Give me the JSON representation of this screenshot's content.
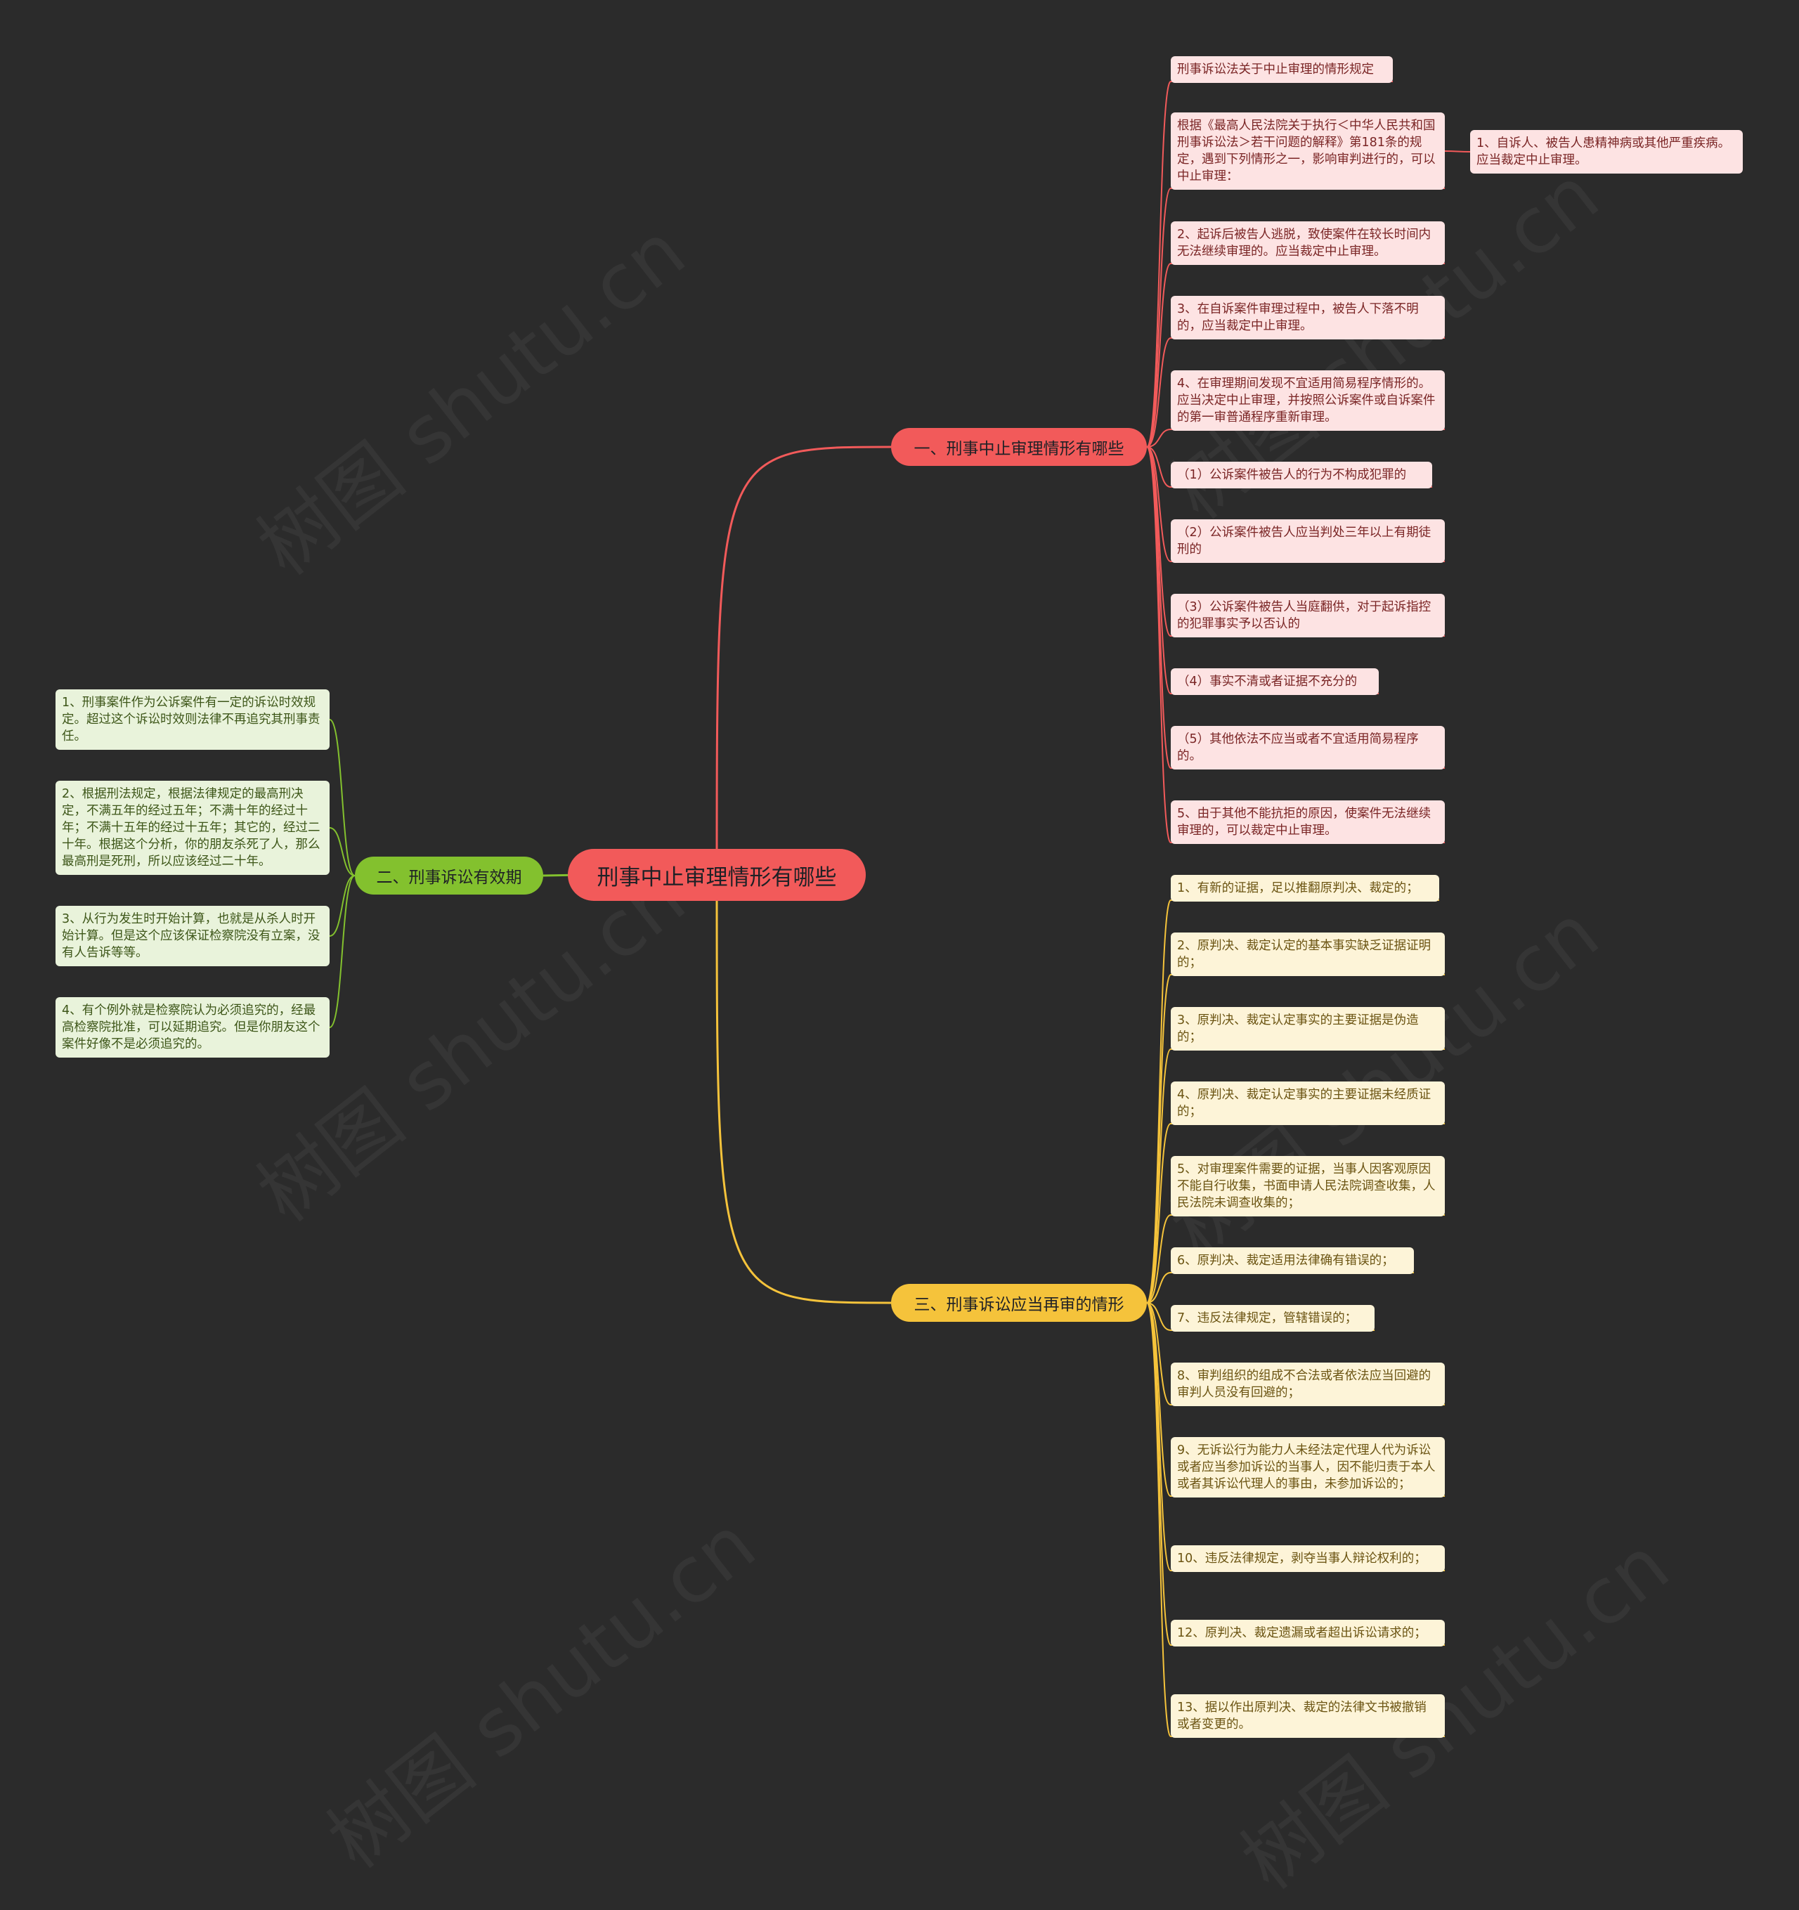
{
  "root": "刑事中止审理情形有哪些",
  "branches": {
    "red": {
      "label": "一、刑事中止审理情形有哪些",
      "items": [
        "刑事诉讼法关于中止审理的情形规定",
        "根据《最高人民法院关于执行＜中华人民共和国刑事诉讼法＞若干问题的解释》第181条的规定，遇到下列情形之一，影响审判进行的，可以中止审理：",
        "2、起诉后被告人逃脱，致使案件在较长时间内无法继续审理的。应当裁定中止审理。",
        "3、在自诉案件审理过程中，被告人下落不明的，应当裁定中止审理。",
        "4、在审理期间发现不宜适用简易程序情形的。应当决定中止审理，并按照公诉案件或自诉案件的第一审普通程序重新审理。",
        "（1）公诉案件被告人的行为不构成犯罪的",
        "（2）公诉案件被告人应当判处三年以上有期徒刑的",
        "（3）公诉案件被告人当庭翻供，对于起诉指控的犯罪事实予以否认的",
        "（4）事实不清或者证据不充分的",
        "（5）其他依法不应当或者不宜适用简易程序的。",
        "5、由于其他不能抗拒的原因，使案件无法继续审理的，可以裁定中止审理。"
      ],
      "sub": "1、自诉人、被告人患精神病或其他严重疾病。应当裁定中止审理。"
    },
    "green": {
      "label": "二、刑事诉讼有效期",
      "items": [
        "1、刑事案件作为公诉案件有一定的诉讼时效规定。超过这个诉讼时效则法律不再追究其刑事责任。",
        "2、根据刑法规定，根据法律规定的最高刑决定，不满五年的经过五年；不满十年的经过十年；不满十五年的经过十五年；其它的，经过二十年。根据这个分析，你的朋友杀死了人，那么最高刑是死刑，所以应该经过二十年。",
        "3、从行为发生时开始计算，也就是从杀人时开始计算。但是这个应该保证检察院没有立案，没有人告诉等等。",
        "4、有个例外就是检察院认为必须追究的，经最高检察院批准，可以延期追究。但是你朋友这个案件好像不是必须追究的。"
      ]
    },
    "yellow": {
      "label": "三、刑事诉讼应当再审的情形",
      "items": [
        "1、有新的证据，足以推翻原判决、裁定的；",
        "2、原判决、裁定认定的基本事实缺乏证据证明的；",
        "3、原判决、裁定认定事实的主要证据是伪造的；",
        "4、原判决、裁定认定事实的主要证据未经质证的；",
        "5、对审理案件需要的证据，当事人因客观原因不能自行收集，书面申请人民法院调查收集，人民法院未调查收集的；",
        "6、原判决、裁定适用法律确有错误的；",
        "7、违反法律规定，管辖错误的；",
        "8、审判组织的组成不合法或者依法应当回避的审判人员没有回避的；",
        "9、无诉讼行为能力人未经法定代理人代为诉讼或者应当参加诉讼的当事人，因不能归责于本人或者其诉讼代理人的事由，未参加诉讼的；",
        "10、违反法律规定，剥夺当事人辩论权利的；",
        "12、原判决、裁定遗漏或者超出诉讼请求的；",
        "13、据以作出原判决、裁定的法律文书被撤销或者变更的。"
      ]
    }
  },
  "colors": {
    "red": "#f25a5a",
    "green": "#83c12e",
    "yellow": "#f5c33b",
    "background": "#2b2b2b"
  },
  "watermark": "树图 shutu.cn"
}
